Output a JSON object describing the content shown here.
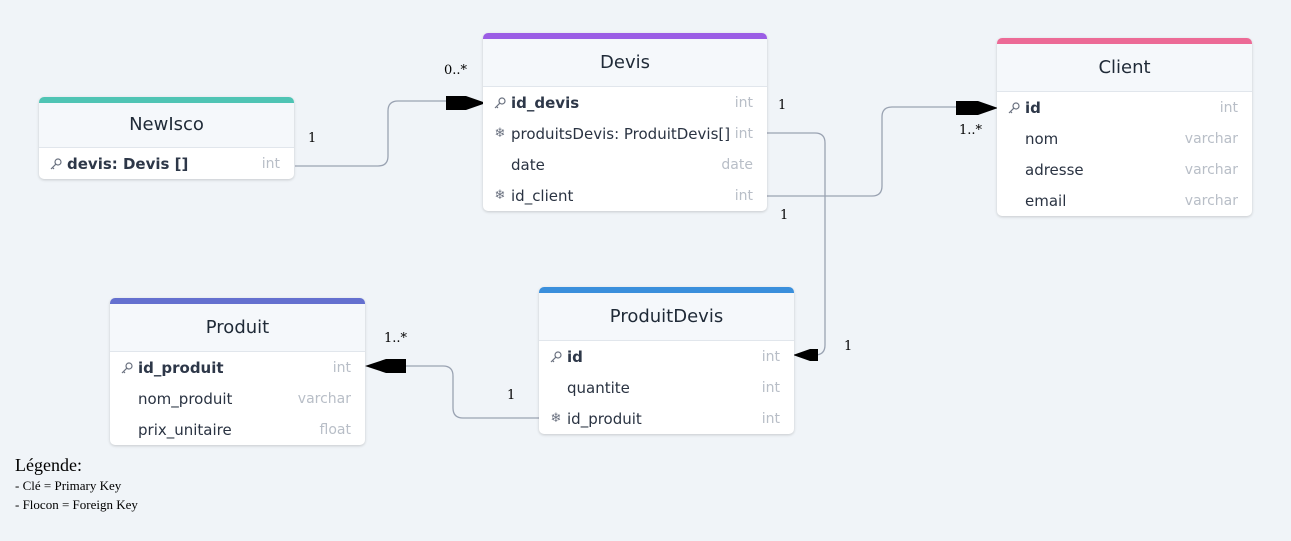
{
  "tables": {
    "newisco": {
      "title": "NewIsco",
      "accent": "#4fc4b4",
      "columns": [
        {
          "name": "devis: Devis []",
          "type": "int",
          "icon": "key-icon",
          "pk": true
        }
      ]
    },
    "devis": {
      "title": "Devis",
      "accent": "#9b5de5",
      "columns": [
        {
          "name": "id_devis",
          "type": "int",
          "icon": "key-icon",
          "pk": true
        },
        {
          "name": "produitsDevis: ProduitDevis[]",
          "type": "int",
          "icon": "snowflake-icon",
          "pk": false
        },
        {
          "name": "date",
          "type": "date",
          "icon": "",
          "pk": false
        },
        {
          "name": "id_client",
          "type": "int",
          "icon": "snowflake-icon",
          "pk": false
        }
      ]
    },
    "client": {
      "title": "Client",
      "accent": "#ec6a96",
      "columns": [
        {
          "name": "id",
          "type": "int",
          "icon": "key-icon",
          "pk": true
        },
        {
          "name": "nom",
          "type": "varchar",
          "icon": "",
          "pk": false
        },
        {
          "name": "adresse",
          "type": "varchar",
          "icon": "",
          "pk": false
        },
        {
          "name": "email",
          "type": "varchar",
          "icon": "",
          "pk": false
        }
      ]
    },
    "produit": {
      "title": "Produit",
      "accent": "#6470cf",
      "columns": [
        {
          "name": "id_produit",
          "type": "int",
          "icon": "key-icon",
          "pk": true
        },
        {
          "name": "nom_produit",
          "type": "varchar",
          "icon": "",
          "pk": false
        },
        {
          "name": "prix_unitaire",
          "type": "float",
          "icon": "",
          "pk": false
        }
      ]
    },
    "produitdevis": {
      "title": "ProduitDevis",
      "accent": "#3a8fdc",
      "columns": [
        {
          "name": "id",
          "type": "int",
          "icon": "key-icon",
          "pk": true
        },
        {
          "name": "quantite",
          "type": "int",
          "icon": "",
          "pk": false
        },
        {
          "name": "id_produit",
          "type": "int",
          "icon": "snowflake-icon",
          "pk": false
        }
      ]
    }
  },
  "cardinalities": {
    "newisco_one": "1",
    "devis_many": "0..*",
    "devis_one_right": "1",
    "client_many": "1..*",
    "devis_one_bottom": "1",
    "produitdevis_one": "1",
    "produit_many": "1..*",
    "produitdevis_one_left": "1"
  },
  "legend": {
    "title": "Légende:",
    "items": [
      "- Clé = Primary Key",
      "- Flocon = Foreign Key"
    ]
  },
  "colors": {
    "background": "#f0f4f8",
    "connector": "#9aa3b2"
  }
}
